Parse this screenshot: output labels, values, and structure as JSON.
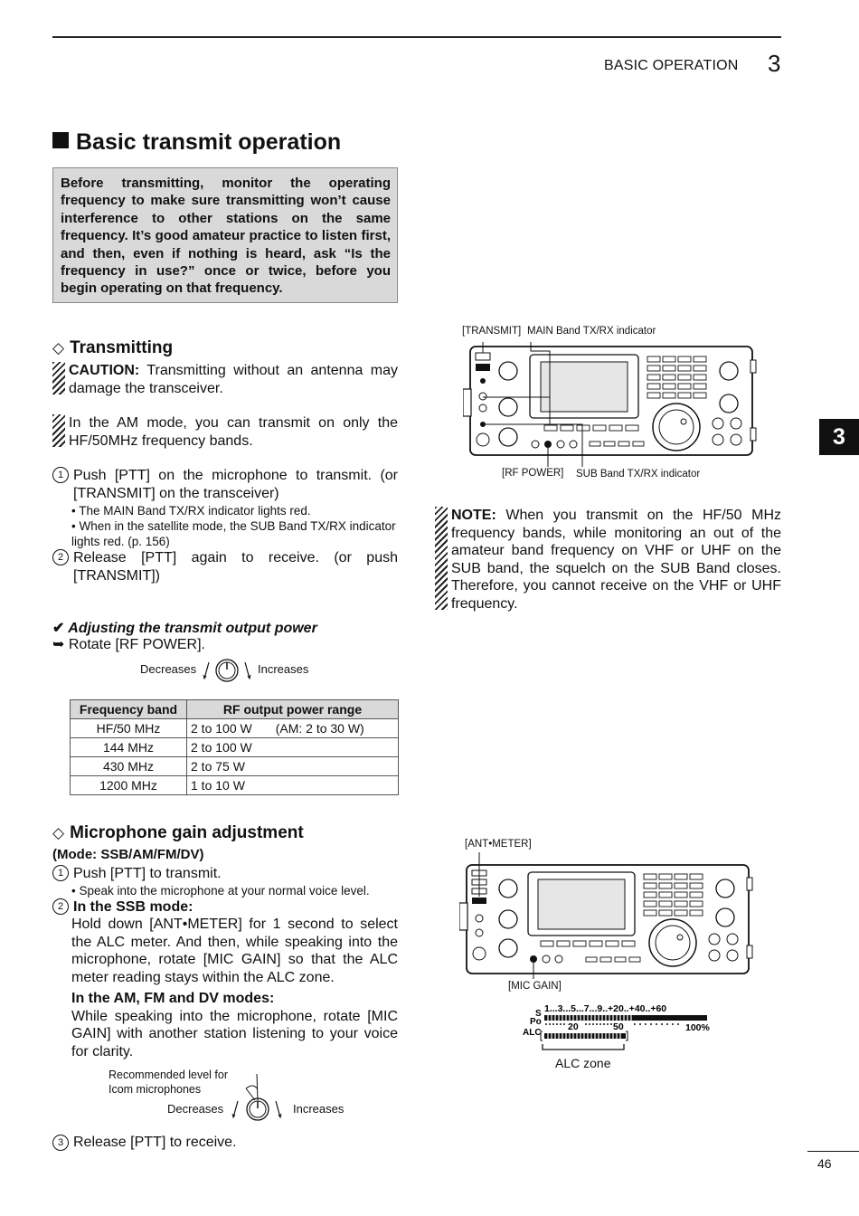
{
  "header": {
    "section": "BASIC OPERATION",
    "chapter": "3"
  },
  "title": "Basic transmit operation",
  "intro": "Before transmitting, monitor the operating frequency to make sure transmitting won’t cause interference to other stations on the same frequency. It’s good amateur practice to listen first, and then, even if nothing is heard, ask “Is the frequency in use?” once or twice, before you begin operating on that frequency.",
  "transmitting": {
    "heading": "Transmitting",
    "caution_label": "CAUTION:",
    "caution_text": "Transmitting without an antenna may damage the transceiver.",
    "am_note": "In the AM mode, you can transmit on only the HF/50MHz frequency bands.",
    "step1_num": "1",
    "step1": "Push [PTT] on the microphone to transmit. (or [TRANSMIT] on the transceiver)",
    "step1_b1": "• The MAIN Band TX/RX indicator lights red.",
    "step1_b2": "• When in the satellite mode, the SUB Band TX/RX indicator lights red. (p. 156)",
    "step2_num": "2",
    "step2": "Release [PTT] again to receive. (or push [TRANSMIT])"
  },
  "power": {
    "heading": "Adjusting the transmit output power",
    "instruction": "Rotate [RF POWER].",
    "decreases": "Decreases",
    "increases": "Increases",
    "table_headers": [
      "Frequency band",
      "RF output power range"
    ],
    "rows": [
      {
        "band": "HF/50 MHz",
        "range": "2 to 100 W",
        "note": "(AM: 2 to 30 W)"
      },
      {
        "band": "144 MHz",
        "range": "2 to 100 W",
        "note": ""
      },
      {
        "band": "430 MHz",
        "range": "2 to 75 W",
        "note": ""
      },
      {
        "band": "1200 MHz",
        "range": "1 to 10 W",
        "note": ""
      }
    ]
  },
  "mic": {
    "heading": "Microphone gain adjustment",
    "mode": "(Mode: SSB/AM/FM/DV)",
    "step1_num": "1",
    "step1": "Push [PTT] to transmit.",
    "step1_b": "• Speak into the microphone at your normal voice level.",
    "step2_num": "2",
    "step2_head": "In the SSB mode:",
    "step2_text": "Hold down [ANT•METER] for 1 second to select the ALC meter. And then, while speaking into the microphone, rotate [MIC GAIN] so that the ALC meter reading stays within the ALC zone.",
    "step2_head2": "In the AM, FM and DV modes:",
    "step2_text2": "While speaking into the microphone, rotate [MIC GAIN] with another station listening to your voice for clarity.",
    "recommended": "Recommended level for Icom microphones",
    "decreases": "Decreases",
    "increases": "Increases",
    "step3_num": "3",
    "step3": "Release [PTT] to receive."
  },
  "diagram1": {
    "transmit": "[TRANSMIT]",
    "main_ind": "MAIN Band TX/RX indicator",
    "rf_power": "[RF POWER]",
    "sub_ind": "SUB Band TX/RX indicator"
  },
  "note": {
    "label": "NOTE:",
    "text": "When you transmit on the HF/50 MHz frequency bands, while monitoring an out of the amateur band frequency on VHF or UHF on the SUB band, the squelch on the SUB Band closes. Therefore, you cannot receive on the VHF or UHF frequency."
  },
  "diagram2": {
    "ant_meter": "[ANT•METER]",
    "mic_gain": "[MIC GAIN]",
    "meter_s": "S",
    "meter_po": "Po",
    "meter_alc": "ALC",
    "s_scale": "1...3...5...7...9..+20..+40..+60",
    "po_20": "20",
    "po_50": "50",
    "po_100": "100%",
    "alc_zone": "ALC zone"
  },
  "side_tab": "3",
  "page_number": "46"
}
